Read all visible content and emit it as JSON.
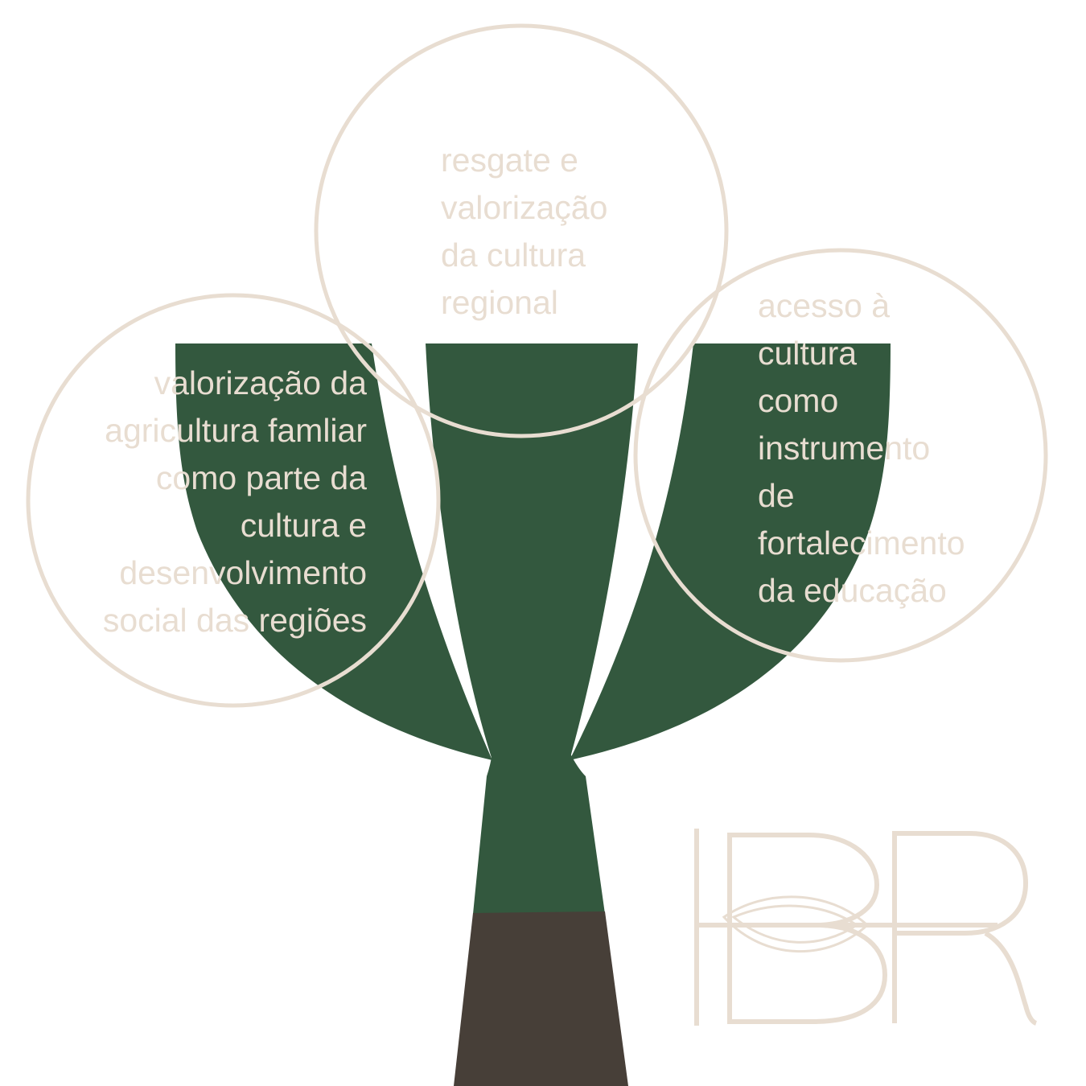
{
  "colors": {
    "background": "#ffffff",
    "tree_green": "#33583e",
    "trunk_brown": "#473f38",
    "circle_cream": "#e8ddd1",
    "text_cream": "#e8ddd1"
  },
  "circles": [
    {
      "id": "top",
      "lines": [
        "resgate e",
        "valorização",
        "da cultura",
        "regional"
      ]
    },
    {
      "id": "left",
      "lines": [
        "valorização da",
        "agricultura famliar",
        "como parte da",
        "cultura e",
        "desenvolvimento",
        "social das regiões"
      ]
    },
    {
      "id": "right",
      "lines": [
        "acesso à",
        "cultura",
        "como",
        "instrumento",
        "de",
        "fortalecimento",
        "da educação"
      ]
    }
  ],
  "logo": {
    "text": "IBR",
    "icon": "ibr-monogram-logo"
  },
  "tree": {
    "icon": "tree-icon"
  }
}
